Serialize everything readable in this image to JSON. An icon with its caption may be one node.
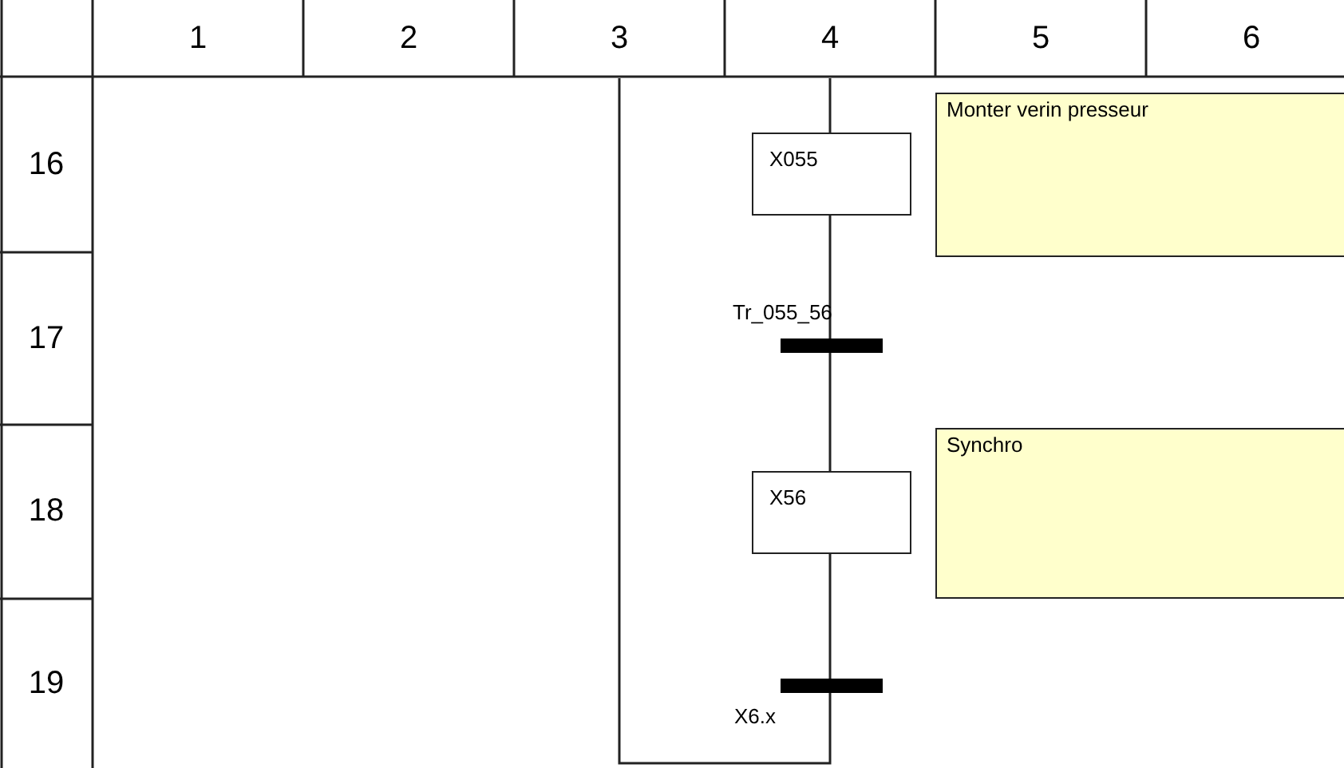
{
  "diagram": {
    "nodes": [
      {
        "text": [
          "X055"
        ]
      },
      {
        "text": [
          "Monter verin presseur"
        ]
      },
      {
        "text": [
          "Tr_055_56"
        ]
      },
      {
        "text": [
          "X56"
        ]
      },
      {
        "text": [
          "Synchro"
        ]
      },
      {
        "text": [
          "X6.x"
        ]
      }
    ],
    "edges": [
      {
        "from": null,
        "to": 0,
        "arrow": "none"
      },
      {
        "from": 0,
        "to": 2,
        "arrow": "none"
      },
      {
        "from": 2,
        "to": 3,
        "arrow": "none"
      },
      {
        "from": 3,
        "to": 5,
        "arrow": "none"
      },
      {
        "from": 5,
        "to": null,
        "arrow": "none"
      }
    ],
    "labels": [
      "1",
      "2",
      "3",
      "4",
      "5",
      "6",
      "16",
      "17",
      "18",
      "19"
    ]
  }
}
